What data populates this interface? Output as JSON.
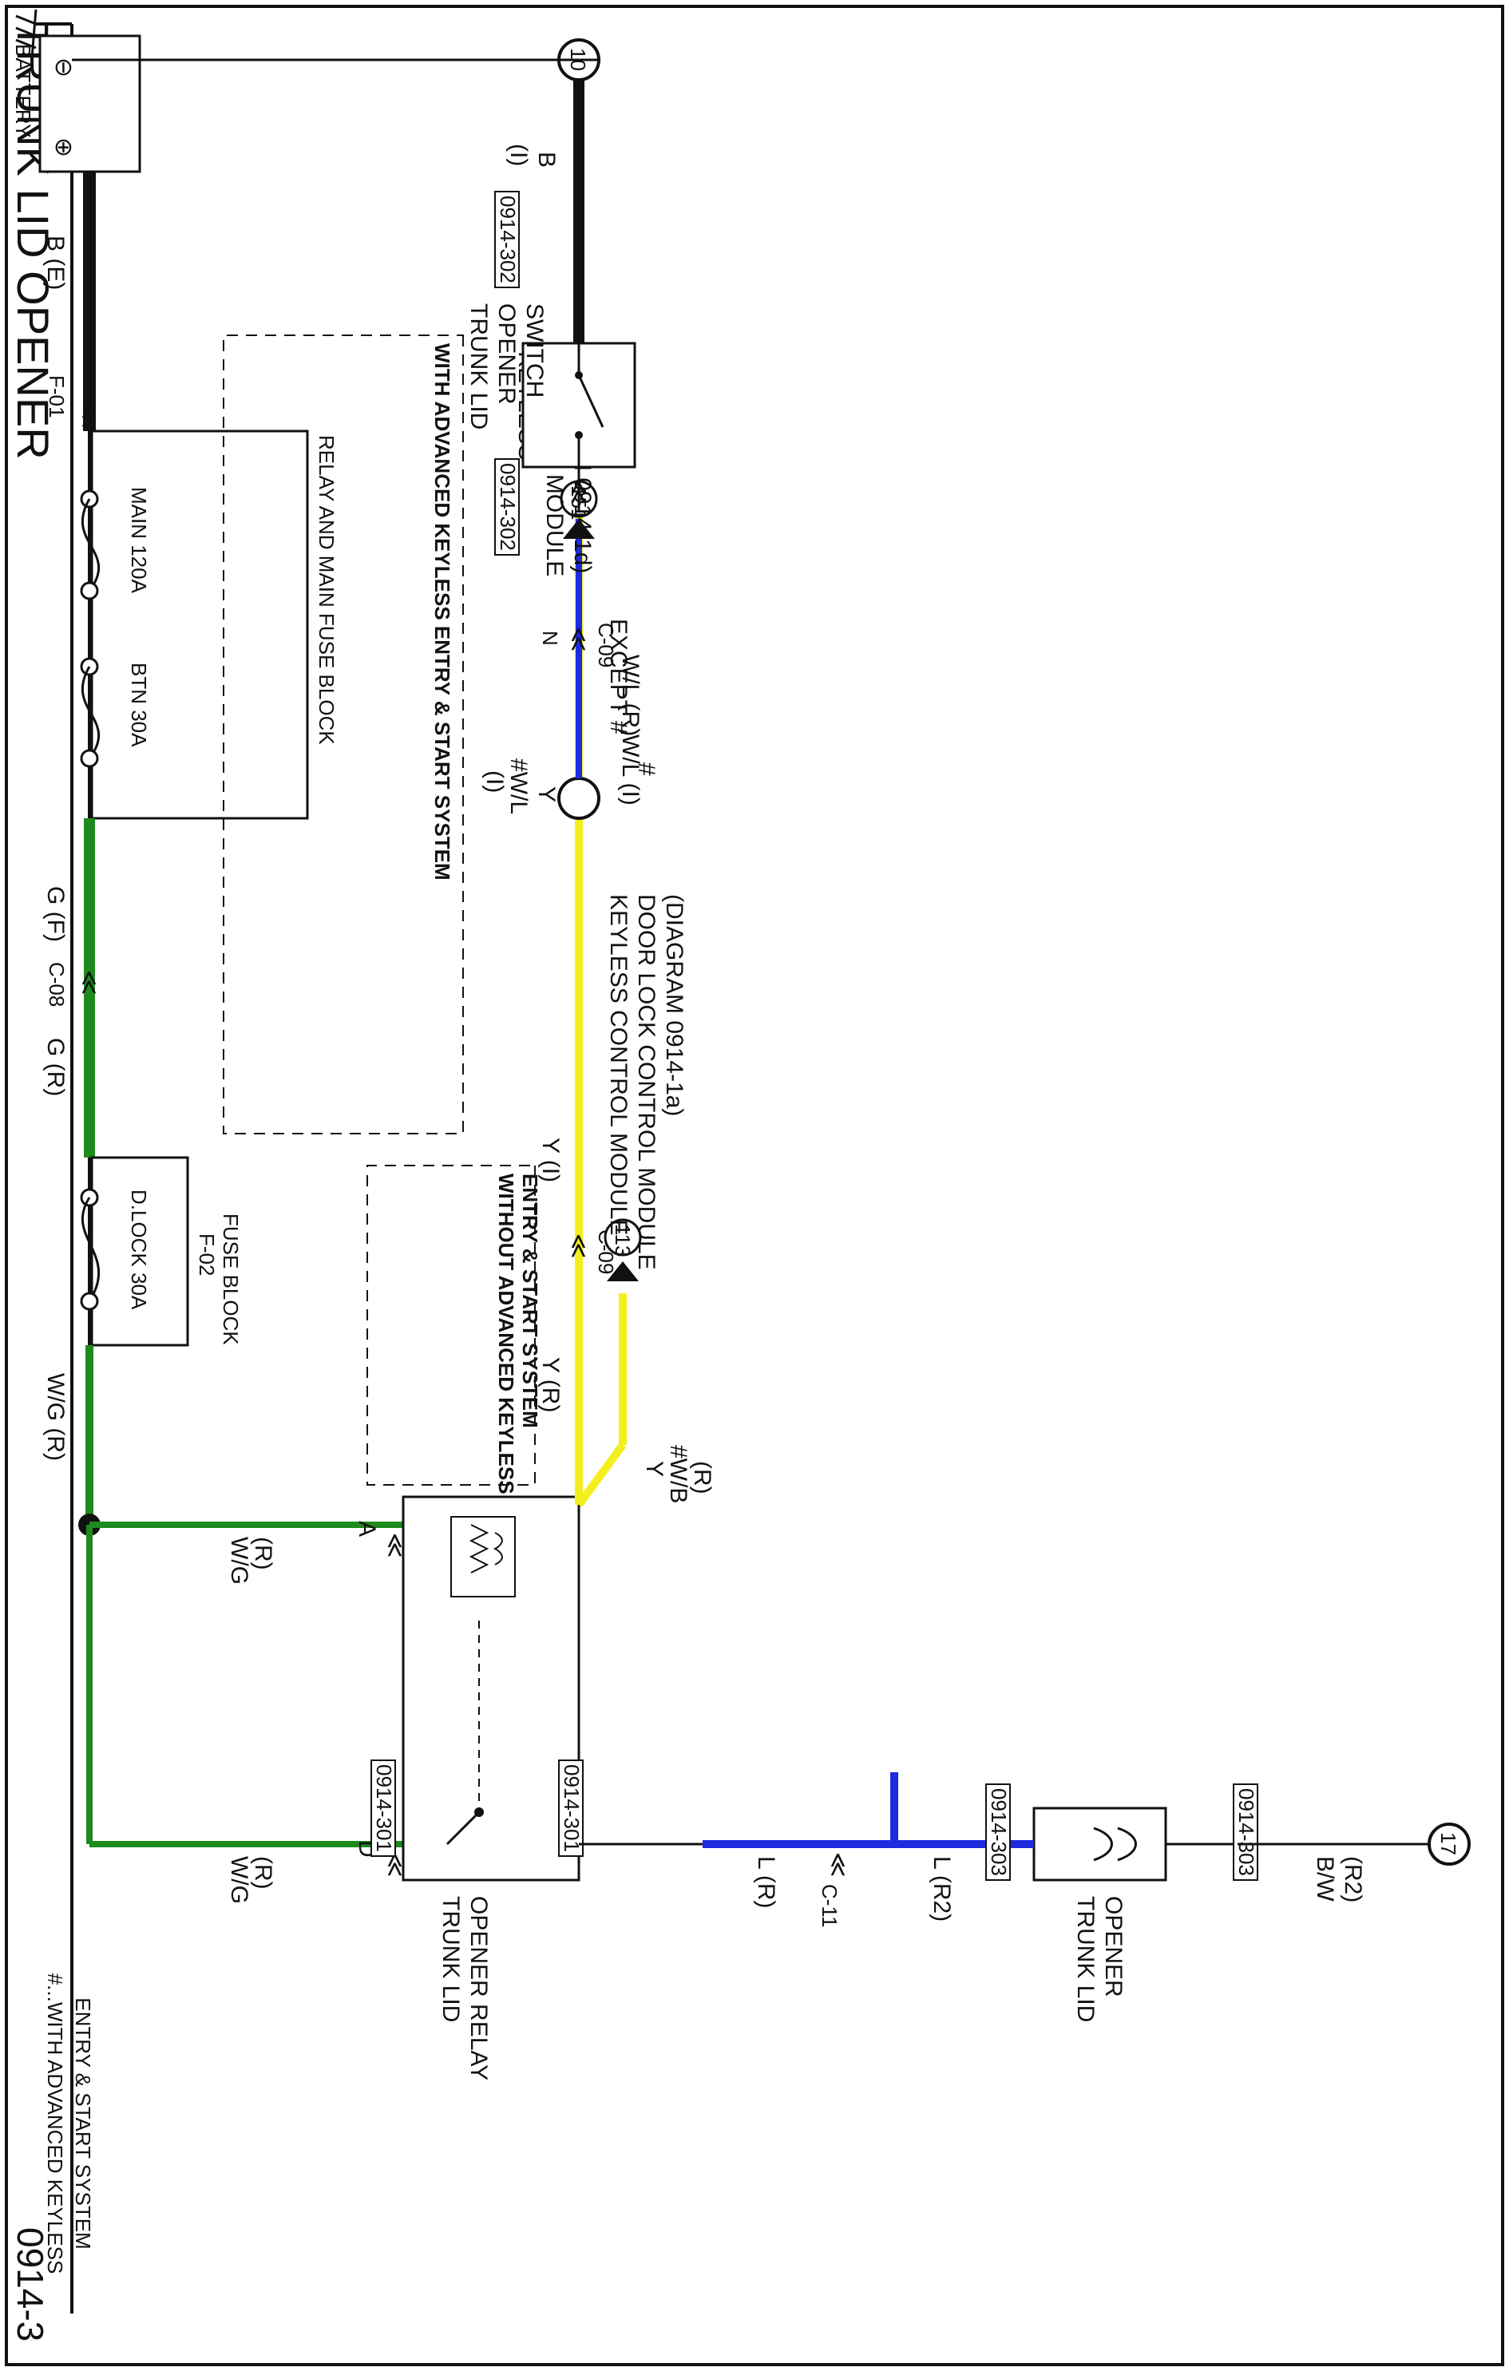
{
  "title": "TRUNK LID OPENER",
  "diagram_code": "0914-3",
  "footnote": [
    "#...WITH ADVANCED KEYLESS",
    "ENTRY & START SYSTEM"
  ],
  "colors": {
    "black_wire": "#111111",
    "green_wire": "#1e8a1e",
    "yellow_wire": "#f3ef1c",
    "blue_wire": "#1d2be0"
  },
  "components": {
    "battery": "BATTERY",
    "main_fuse_block": "RELAY AND MAIN FUSE BLOCK",
    "main_fuse": "MAIN 120A",
    "btn_fuse": "BTN 30A",
    "fuse_block": "FUSE BLOCK",
    "dlock_fuse": "D.LOCK 30A",
    "relay": [
      "TRUNK LID",
      "OPENER RELAY"
    ],
    "switch": [
      "TRUNK LID",
      "OPENER",
      "SWITCH"
    ],
    "opener": [
      "TRUNK LID",
      "OPENER"
    ]
  },
  "connectors": {
    "f01": "F-01",
    "f02": "F-02",
    "c08": "C-08",
    "c09": "C-09",
    "c09b": "C-09",
    "c11": "C-11"
  },
  "wires": {
    "b_e": "B (E)",
    "g_f": "G (F)",
    "g_r": "G (R)",
    "wg_r_top": "W/G (R)",
    "wg_r_a": "W/G",
    "wg_r_a2": "(R)",
    "wg_r_d": "W/G",
    "wg_r_d2": "(R)",
    "y_r": "Y",
    "y_r2": "#W/B",
    "y_r3": "(R)",
    "y_r_mid": "Y (R)",
    "y_i": "Y (I)",
    "y_wl": "Y",
    "y_wl2": "#W/L",
    "y_wl3": "(I)",
    "wl_r": "W/L (R)",
    "wl_i": "W/L (I)",
    "n": "N",
    "l_r": "L (R)",
    "l_r2": "L (R2)",
    "b_i": "B",
    "b_i2": "(I)",
    "bw_r2": "B/W",
    "bw_r22": "(R2)"
  },
  "pins": {
    "a": "A",
    "d": "D"
  },
  "refs": {
    "r301a": "0914-301",
    "r301b": "0914-301",
    "r302a": "0914-302",
    "r302b": "0914-302",
    "r303a": "0914-303",
    "r303b": "0914-303"
  },
  "grounds": {
    "g10": "10",
    "g17": "17"
  },
  "module_refs": {
    "m113_num": "113",
    "m113": [
      "KEYLESS CONTROL MODULE",
      "DOOR LOCK CONTROL MODULE",
      "(DIAGRAM 0914-1a)"
    ],
    "except": "EXCEPT #",
    "hash": "#",
    "m151_num": "151",
    "m151": [
      "KEYLESS",
      "CONTROL MODULE",
      "(DIAGRAM 0914-1d)"
    ]
  },
  "groups": {
    "with_aks": "WITH ADVANCED KEYLESS ENTRY & START SYSTEM",
    "without_aks": [
      "WITHOUT ADVANCED KEYLESS",
      "ENTRY & START SYSTEM"
    ]
  },
  "terminals": {
    "minus": "⊖",
    "plus": "⊕"
  }
}
